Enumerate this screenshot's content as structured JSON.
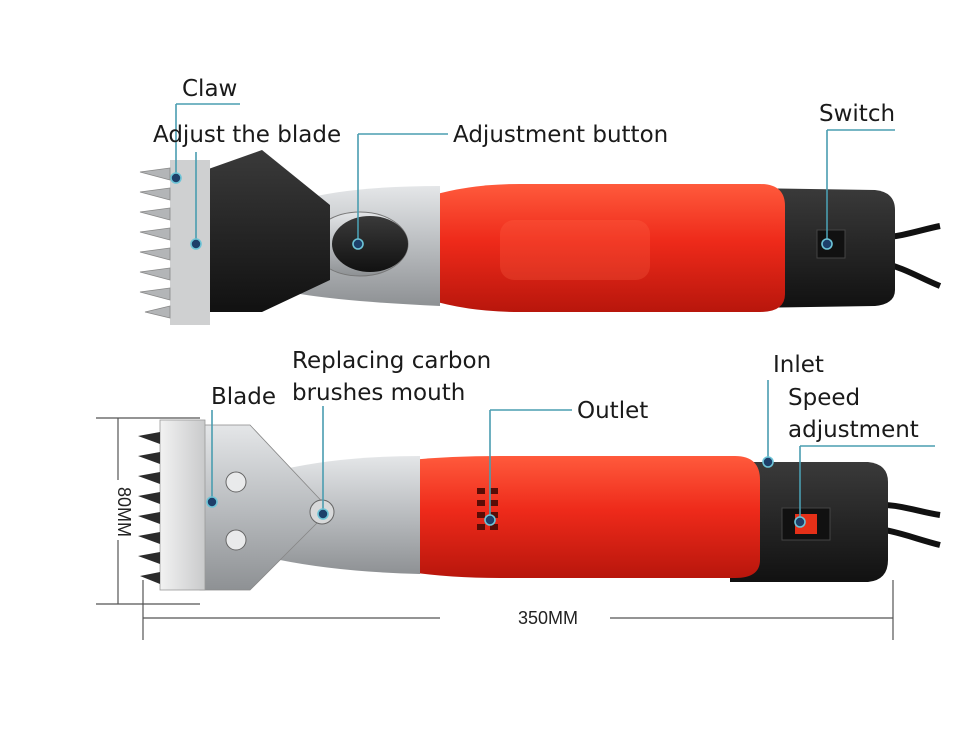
{
  "labels": {
    "claw": "Claw",
    "adjust_blade": "Adjust the blade",
    "adjustment_button": "Adjustment button",
    "switch": "Switch",
    "replacing_line1": "Replacing carbon",
    "replacing_line2": "brushes mouth",
    "blade": "Blade",
    "outlet": "Outlet",
    "inlet": "Inlet",
    "speed_line1": "Speed",
    "speed_line2": "adjustment"
  },
  "dimensions": {
    "height": "80MM",
    "length": "350MM"
  },
  "colors": {
    "body_red": "#e8281c",
    "body_dark": "#1c1c1c",
    "metal": "#c2c4c6",
    "leader": "#4a9db0",
    "dot": "#1d3f6a"
  }
}
